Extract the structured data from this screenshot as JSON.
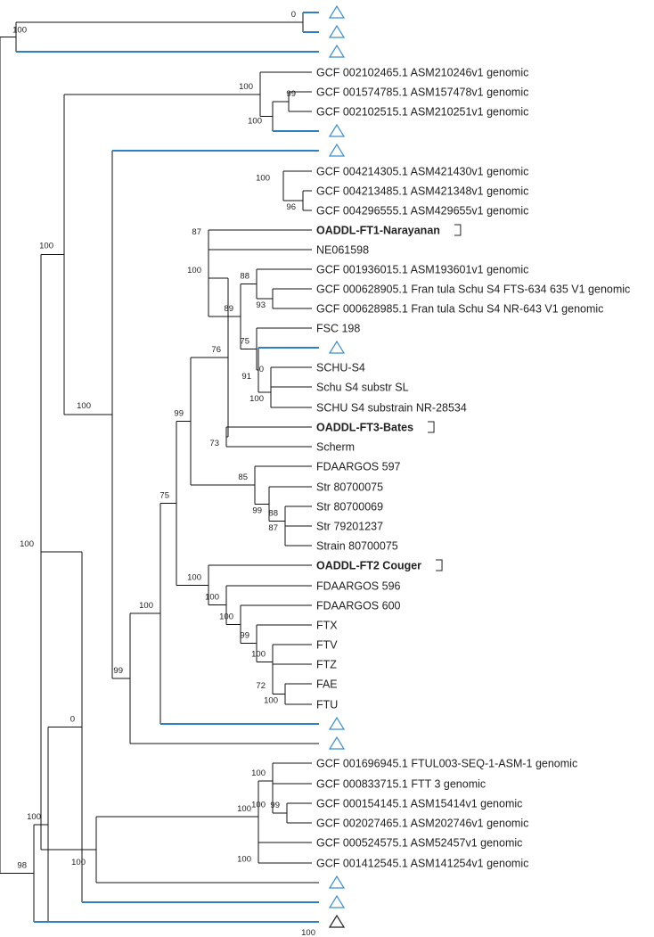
{
  "colors": {
    "branch": "#111111",
    "collapsed_branch": "#2f7fc1",
    "collapsed_triangle": "#3a8fd0",
    "highlight_label": "#e8262c"
  },
  "tree": {
    "tips": [
      {
        "label": ""
      },
      {
        "label": ""
      },
      {
        "label": ""
      },
      {
        "label": "GCF 002102465.1 ASM210246v1 genomic"
      },
      {
        "label": "GCF 001574785.1 ASM157478v1 genomic"
      },
      {
        "label": "GCF 002102515.1 ASM210251v1 genomic"
      },
      {
        "label": ""
      },
      {
        "label": ""
      },
      {
        "label": "GCF 004214305.1 ASM421430v1 genomic"
      },
      {
        "label": "GCF 004213485.1 ASM421348v1 genomic"
      },
      {
        "label": "GCF 004296555.1 ASM429655v1 genomic"
      },
      {
        "label": "OADDL-FT1-Narayanan",
        "highlight": true
      },
      {
        "label": "NE061598"
      },
      {
        "label": "GCF 001936015.1 ASM193601v1 genomic"
      },
      {
        "label": "GCF 000628905.1 Fran tula Schu S4 FTS-634 635 V1 genomic"
      },
      {
        "label": "GCF 000628985.1 Fran tula Schu S4 NR-643 V1 genomic"
      },
      {
        "label": "FSC 198"
      },
      {
        "label": ""
      },
      {
        "label": "SCHU-S4"
      },
      {
        "label": "Schu S4 substr SL"
      },
      {
        "label": "SCHU S4 substrain NR-28534"
      },
      {
        "label": "OADDL-FT3-Bates",
        "highlight": true
      },
      {
        "label": "Scherm"
      },
      {
        "label": "FDAARGOS 597"
      },
      {
        "label": "Str 80700075"
      },
      {
        "label": "Str 80700069"
      },
      {
        "label": "Str 79201237"
      },
      {
        "label": "Strain 80700075"
      },
      {
        "label": "OADDL-FT2 Couger",
        "highlight": true
      },
      {
        "label": "FDAARGOS 596"
      },
      {
        "label": "FDAARGOS 600"
      },
      {
        "label": "FTX"
      },
      {
        "label": "FTV"
      },
      {
        "label": "FTZ"
      },
      {
        "label": "FAE"
      },
      {
        "label": "FTU"
      },
      {
        "label": ""
      },
      {
        "label": ""
      },
      {
        "label": "GCF 001696945.1 FTUL003-SEQ-1-ASM-1 genomic"
      },
      {
        "label": "GCF 000833715.1 FTT 3 genomic"
      },
      {
        "label": "GCF 000154145.1 ASM15414v1 genomic"
      },
      {
        "label": "GCF 002027465.1 ASM202746v1 genomic"
      },
      {
        "label": "GCF 000524575.1 ASM52457v1 genomic"
      },
      {
        "label": "GCF 001412545.1 ASM141254v1 genomic"
      },
      {
        "label": ""
      },
      {
        "label": ""
      },
      {
        "label": ""
      }
    ],
    "support_values": [
      "0",
      "100",
      "100",
      "100",
      "100",
      "99",
      "100",
      "100",
      "100",
      "100",
      "96",
      "87",
      "88",
      "100",
      "89",
      "93",
      "75",
      "0",
      "91",
      "0",
      "100",
      "76",
      "99",
      "73",
      "75",
      "85",
      "99",
      "88",
      "87",
      "100",
      "100",
      "99",
      "100",
      "72",
      "100",
      "100",
      "100",
      "99",
      "100",
      "100",
      "100",
      "99",
      "100",
      "100",
      "100",
      "100",
      "100",
      "98",
      "100"
    ]
  }
}
